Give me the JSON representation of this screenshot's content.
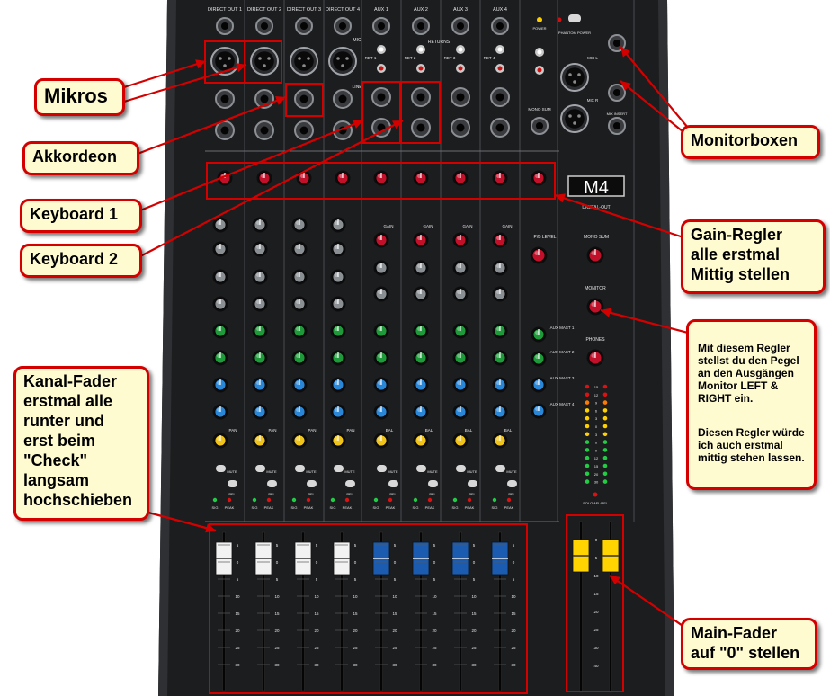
{
  "panel": {
    "brand": "M4",
    "brand_sub": "DIGITAL-OUT",
    "direct_outs": [
      "DIRECT OUT 1",
      "DIRECT OUT 2",
      "DIRECT OUT 3",
      "DIRECT OUT 4"
    ],
    "aux_outs": [
      "AUX 1",
      "AUX 2",
      "AUX 3",
      "AUX 4"
    ],
    "returns_label": "RETURNS",
    "mic_label": "MIC",
    "line_label": "LINE",
    "power_label": "POWER",
    "phantom_label": "PHANTOM POWER",
    "mix_l": "MIX L",
    "mix_r": "MIX R",
    "mono_sum": "MONO SUM",
    "mix_insert": "MIX INSERT",
    "mute": "MUTE",
    "pfl": "PFL",
    "peak": "PEAK",
    "sig": "SIG",
    "pan": "PAN",
    "bal": "BAL",
    "gain": "GAIN",
    "pb_level": "P/B LEVEL",
    "monitor": "MONITOR",
    "phones": "PHONES",
    "aux_master": [
      "AUX MAST 1",
      "AUX MAST 2",
      "AUX MAST 3",
      "AUX MAST 4"
    ],
    "ret_labels": [
      "RET 1",
      "RET 2",
      "RET 3",
      "RET 4"
    ],
    "fader_scale": [
      "5",
      "0",
      "5",
      "10",
      "15",
      "20",
      "25",
      "30"
    ],
    "main_scale": [
      "0",
      "5",
      "10",
      "15",
      "20",
      "25",
      "30",
      "40"
    ],
    "solo_label": "SOLO AFL/PFL",
    "meter_scale": [
      "15",
      "12",
      "9",
      "6",
      "3",
      "0",
      "3",
      "6",
      "9",
      "12",
      "15",
      "20",
      "30"
    ]
  },
  "callouts": {
    "mikros": "Mikros",
    "akkordeon": "Akkordeon",
    "keyboard1": "Keyboard 1",
    "keyboard2": "Keyboard 2",
    "monitorboxen": "Monitorboxen",
    "gain_regler": "Gain-Regler\nalle erstmal\nMittig stellen",
    "monitor_regler_1": "Mit diesem Regler stellst du den Pegel an den Ausgängen Monitor LEFT & RIGHT ein.",
    "monitor_regler_2": "Diesen Regler würde ich auch erstmal mittig stehen lassen.",
    "kanal_fader": "Kanal-Fader\nerstmal alle\nrunter und\nerst beim\n\"Check\"\nlangsam\nhochschieben",
    "main_fader": "Main-Fader\nauf \"0\" stellen"
  },
  "colors": {
    "annotation_red": "#d40000",
    "callout_fill": "#fffbd0",
    "panel": "#1c1d1f",
    "gain_knob": "#c0102a",
    "eq_knob": "#8a8f94",
    "aux_green": "#1f9a3a",
    "aux_blue": "#2a86d6",
    "pan_yellow": "#f0c419",
    "fader_white": "#f2f2f2",
    "fader_blue": "#1b5cb0",
    "fader_yellow": "#ffd400"
  }
}
